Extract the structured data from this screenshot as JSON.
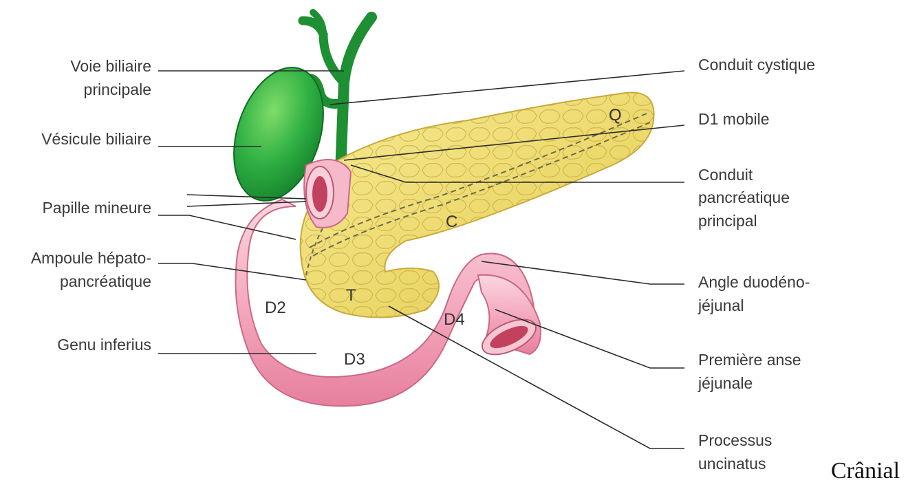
{
  "labels": {
    "voie_biliaire": [
      "Voie biliaire",
      "principale"
    ],
    "vesicule": "Vésicule biliaire",
    "papille_mineure": "Papille mineure",
    "ampoule": [
      "Ampoule hépato-",
      "pancréatique"
    ],
    "genu_inferius": "Genu inferius",
    "conduit_cystique": "Conduit cystique",
    "d1_mobile": "D1 mobile",
    "conduit_pancreatique": [
      "Conduit",
      "pancréatique",
      "principal"
    ],
    "angle_duodeno": [
      "Angle duodéno-",
      "jéjunal"
    ],
    "premiere_anse": [
      "Première anse",
      "jéjunale"
    ],
    "processus": [
      "Processus",
      "uncinatus"
    ]
  },
  "regions": {
    "d2": "D2",
    "d3": "D3",
    "d4": "D4",
    "q": "Q",
    "c": "C",
    "t": "T"
  },
  "corner_text": "Crânial",
  "colors": {
    "gallbladder": "#22a33a",
    "pancreas": "#eee07a",
    "duodenum": "#f2a9bf",
    "leader_line": "#2a2a2a"
  }
}
